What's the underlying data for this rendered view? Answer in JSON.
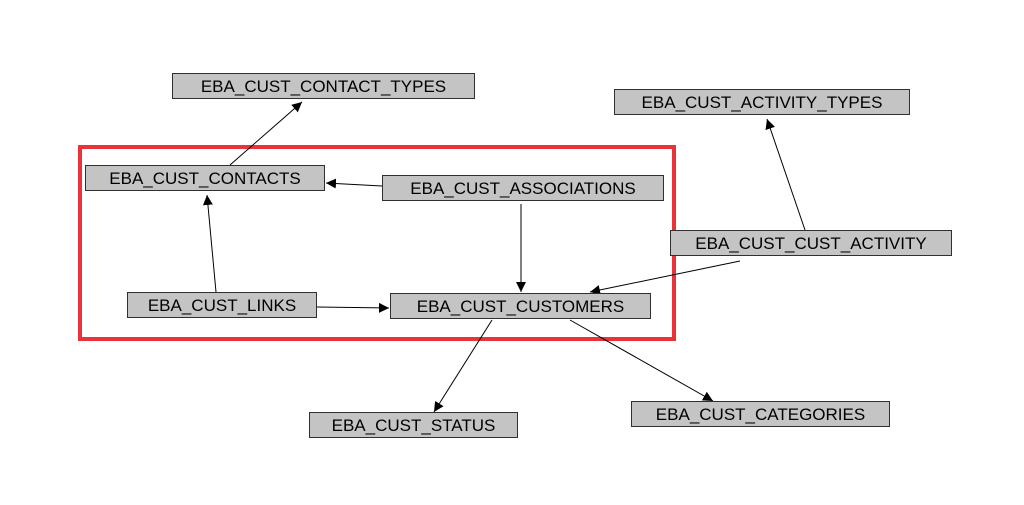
{
  "diagram": {
    "highlight_color": "#e8333a",
    "node_fill": "#c4c4c4",
    "nodes": {
      "contact_types": "EBA_CUST_CONTACT_TYPES",
      "activity_types": "EBA_CUST_ACTIVITY_TYPES",
      "contacts": "EBA_CUST_CONTACTS",
      "associations": "EBA_CUST_ASSOCIATIONS",
      "cust_activity": "EBA_CUST_CUST_ACTIVITY",
      "links": "EBA_CUST_LINKS",
      "customers": "EBA_CUST_CUSTOMERS",
      "status": "EBA_CUST_STATUS",
      "categories": "EBA_CUST_CATEGORIES"
    },
    "edges": [
      {
        "from": "contacts",
        "to": "contact_types"
      },
      {
        "from": "associations",
        "to": "contacts"
      },
      {
        "from": "associations",
        "to": "customers"
      },
      {
        "from": "links",
        "to": "contacts"
      },
      {
        "from": "links",
        "to": "customers"
      },
      {
        "from": "cust_activity",
        "to": "activity_types"
      },
      {
        "from": "cust_activity",
        "to": "customers"
      },
      {
        "from": "customers",
        "to": "status"
      },
      {
        "from": "customers",
        "to": "categories"
      }
    ]
  }
}
